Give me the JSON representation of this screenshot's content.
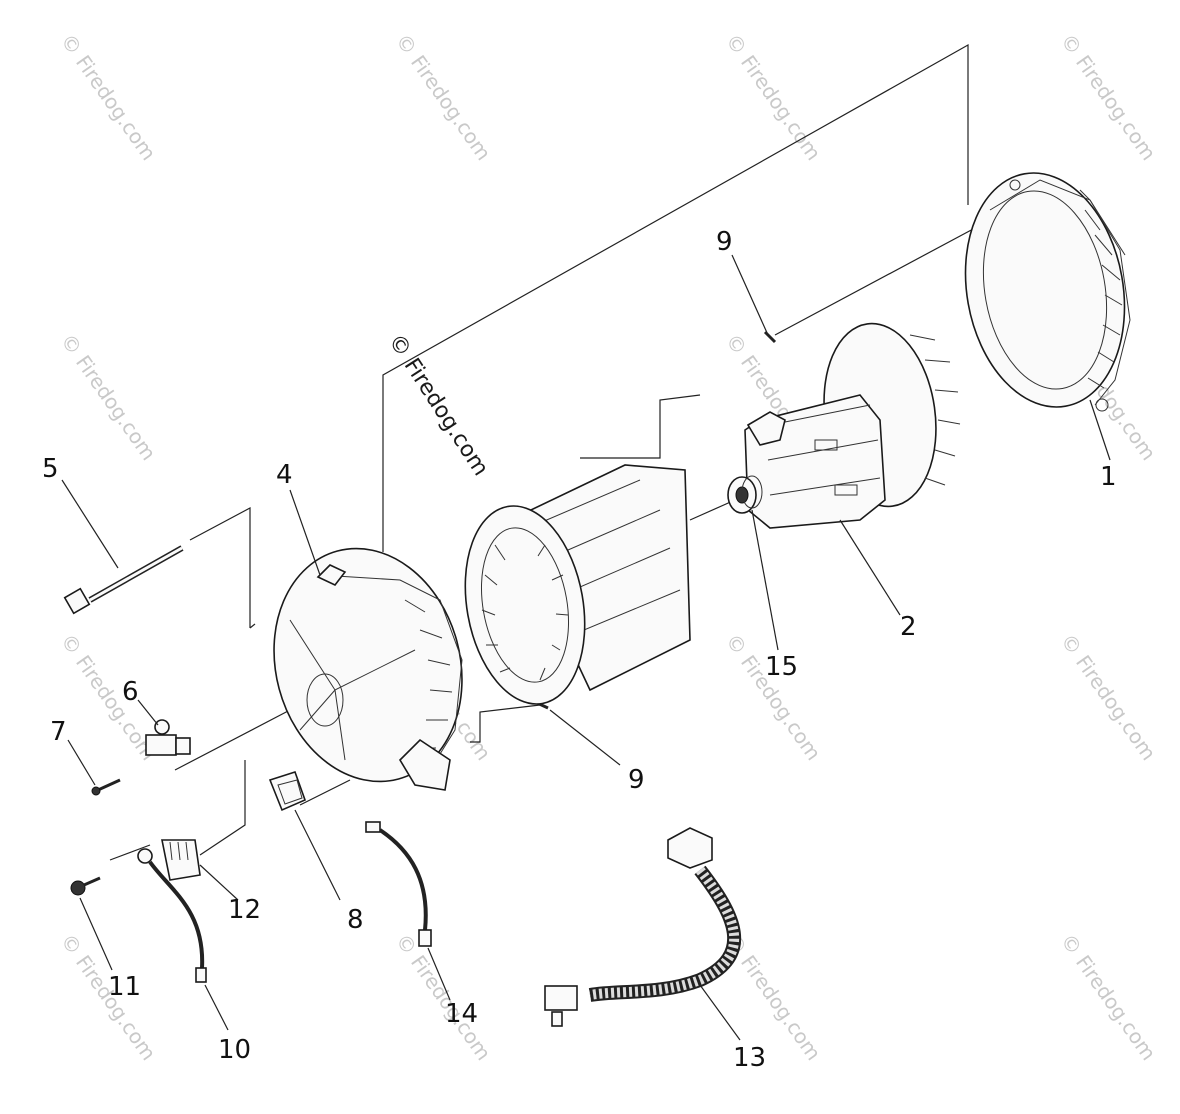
{
  "watermark": {
    "small_text": "© Firedog.com",
    "big_text": "© Firedog.com"
  },
  "callouts": [
    "1",
    "2",
    "4",
    "5",
    "6",
    "7",
    "8",
    "9",
    "9",
    "10",
    "11",
    "12",
    "13",
    "14",
    "15"
  ],
  "colors": {
    "line": "#222222",
    "watermark": "#c9c9c9"
  }
}
